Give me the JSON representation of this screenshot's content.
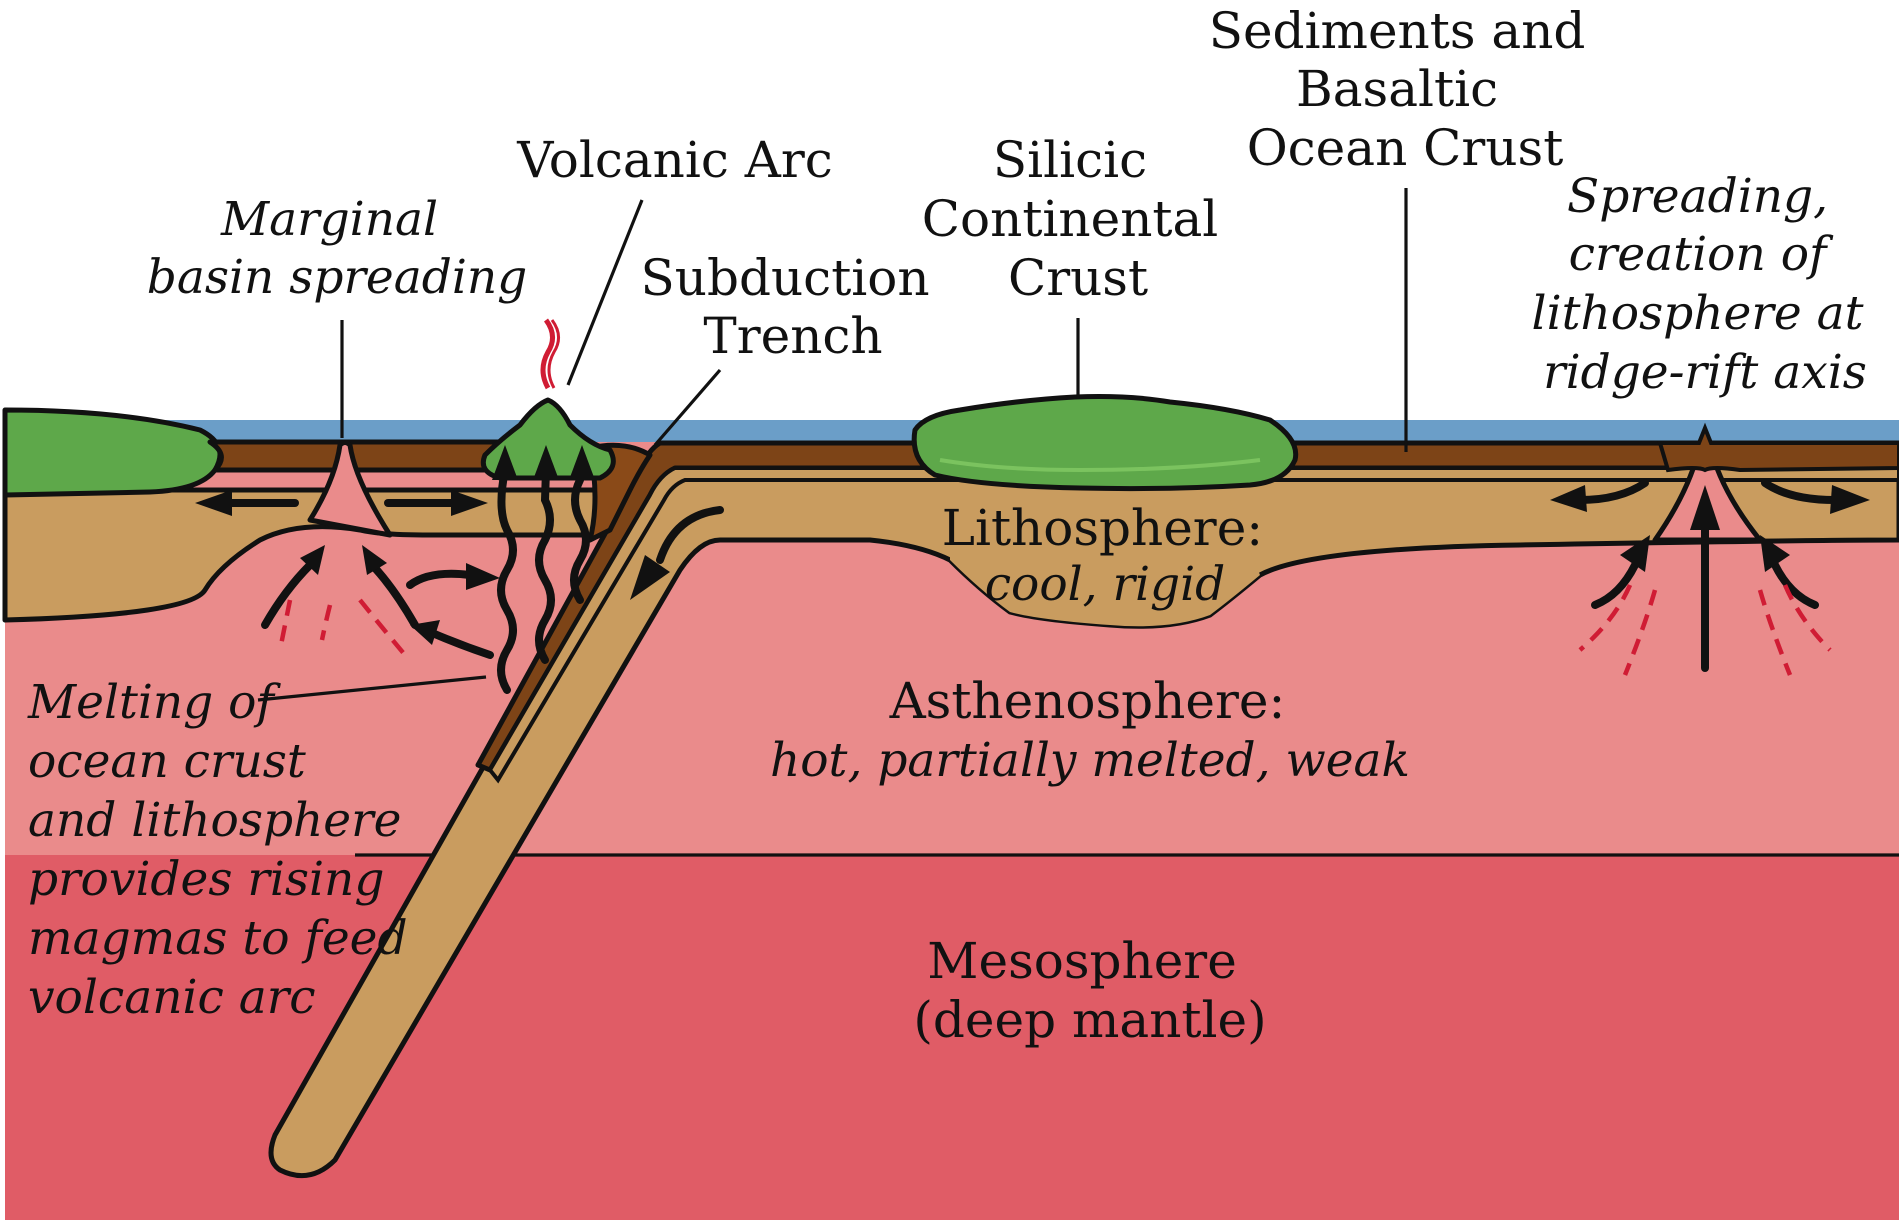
{
  "labels": {
    "sediments": [
      "Sediments and",
      "Basaltic",
      "Ocean Crust"
    ],
    "volcanic_arc": [
      "Volcanic Arc"
    ],
    "silicic": [
      "Silicic",
      "Continental",
      "Crust"
    ],
    "marginal": [
      "Marginal",
      "basin spreading"
    ],
    "subduction": [
      "Subduction",
      "Trench"
    ],
    "spreading": [
      "Spreading,",
      "creation of",
      "lithosphere at",
      "ridge-rift axis"
    ],
    "lithosphere": [
      "Lithosphere:",
      "cool, rigid"
    ],
    "melting": [
      "Melting of",
      "ocean crust",
      "and lithosphere",
      "provides rising",
      "magmas to feed",
      "volcanic arc"
    ],
    "asthenosphere": [
      "Asthenosphere:",
      "hot, partially melted, weak"
    ],
    "mesosphere": [
      "Mesosphere",
      "(deep mantle)"
    ]
  },
  "colors": {
    "ocean": "#6b9ec8",
    "continental_crust": "#5ea84a",
    "sediment": "#7d4417",
    "lithosphere": "#c99c5f",
    "asthenosphere": "#ea8b8b",
    "mesosphere": "#e05c66",
    "heat": "#d01c34"
  }
}
